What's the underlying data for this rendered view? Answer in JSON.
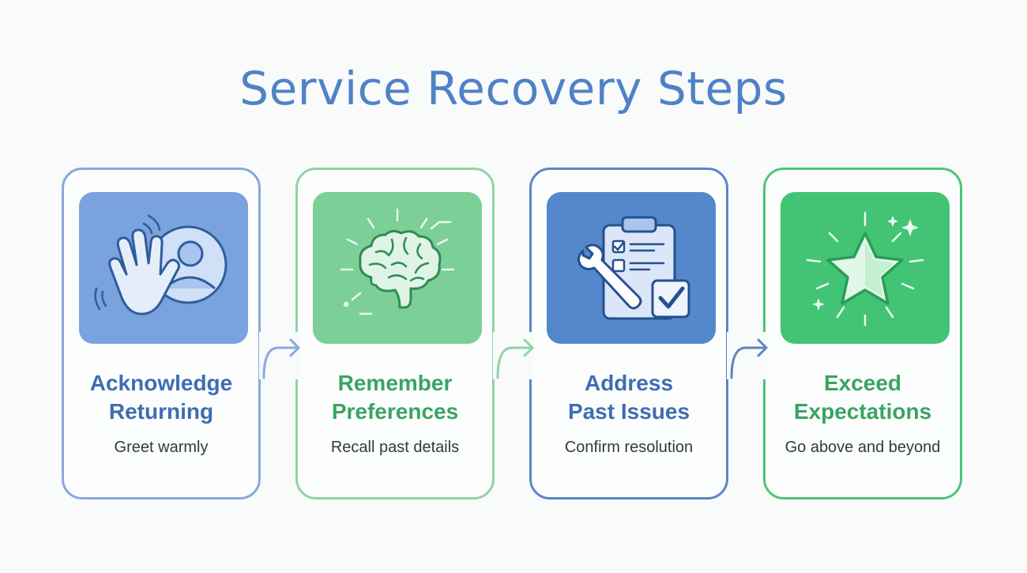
{
  "title": "Service Recovery Steps",
  "colors": {
    "title": "#4f82c7",
    "blue": "#3e6db3",
    "green": "#3aa463"
  },
  "steps": [
    {
      "title_line1": "Acknowledge",
      "title_line2": "Returning",
      "description": "Greet warmly",
      "icon": "waving-hand-user-icon"
    },
    {
      "title_line1": "Remember",
      "title_line2": "Preferences",
      "description": "Recall past details",
      "icon": "brain-icon"
    },
    {
      "title_line1": "Address",
      "title_line2": "Past Issues",
      "description": "Confirm resolution",
      "icon": "clipboard-wrench-check-icon"
    },
    {
      "title_line1": "Exceed",
      "title_line2": "Expectations",
      "description": "Go above and beyond",
      "icon": "star-sparkle-icon"
    }
  ]
}
